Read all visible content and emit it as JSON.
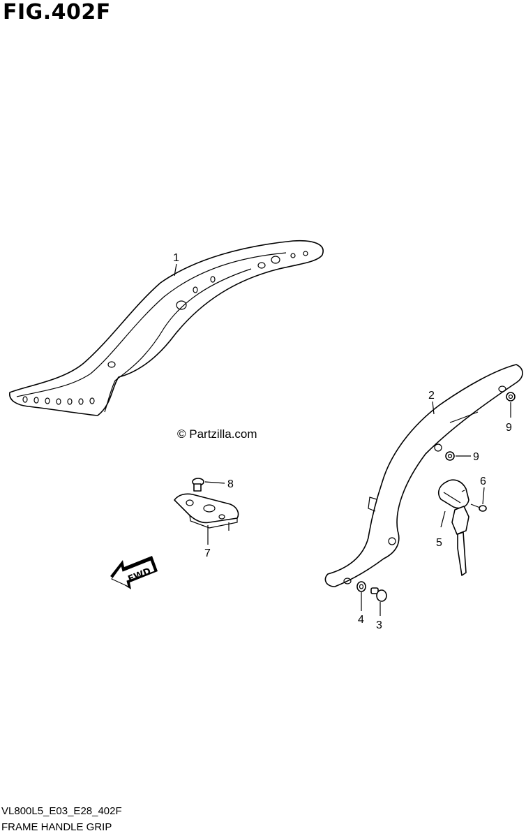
{
  "figure": {
    "title": "FIG.402F",
    "watermark": "© Partzilla.com",
    "code": "VL800L5_E03_E28_402F",
    "name": "FRAME HANDLE GRIP",
    "fwd_label": "FWD"
  },
  "callouts": [
    {
      "id": "c1",
      "label": "1"
    },
    {
      "id": "c2",
      "label": "2"
    },
    {
      "id": "c3",
      "label": "3"
    },
    {
      "id": "c4",
      "label": "4"
    },
    {
      "id": "c5",
      "label": "5"
    },
    {
      "id": "c6",
      "label": "6"
    },
    {
      "id": "c7",
      "label": "7"
    },
    {
      "id": "c8",
      "label": "8"
    },
    {
      "id": "c9a",
      "label": "9"
    },
    {
      "id": "c9b",
      "label": "9"
    }
  ]
}
